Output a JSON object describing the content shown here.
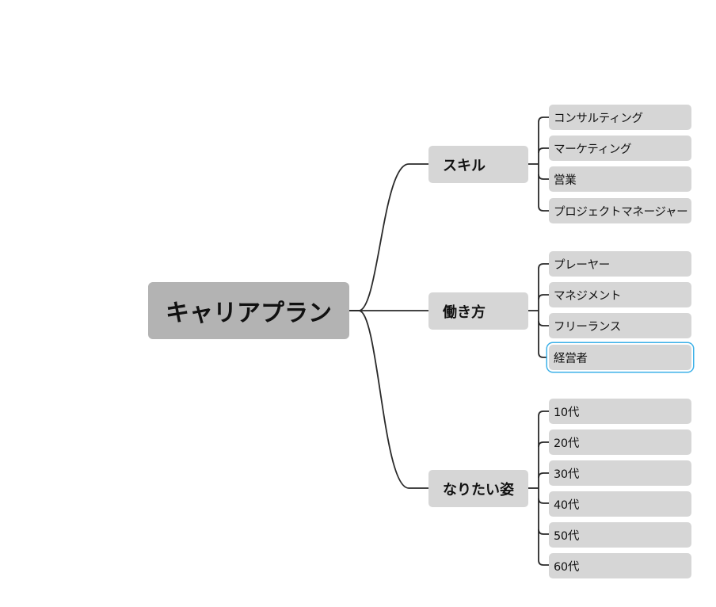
{
  "mindmap": {
    "root": "キャリアプラン",
    "branches": [
      {
        "label": "スキル",
        "children": [
          "コンサルティング",
          "マーケティング",
          "営業",
          "プロジェクトマネージャー"
        ]
      },
      {
        "label": "働き方",
        "children": [
          "プレーヤー",
          "マネジメント",
          "フリーランス",
          "経営者"
        ]
      },
      {
        "label": "なりたい姿",
        "children": [
          "10代",
          "20代",
          "30代",
          "40代",
          "50代",
          "60代"
        ]
      }
    ],
    "selected_node": "経営者"
  },
  "colors": {
    "root_fill": "#b3b3b3",
    "node_fill": "#d6d6d6",
    "connector": "#2a2a2a",
    "selection_outline": "#3bb0e8"
  }
}
